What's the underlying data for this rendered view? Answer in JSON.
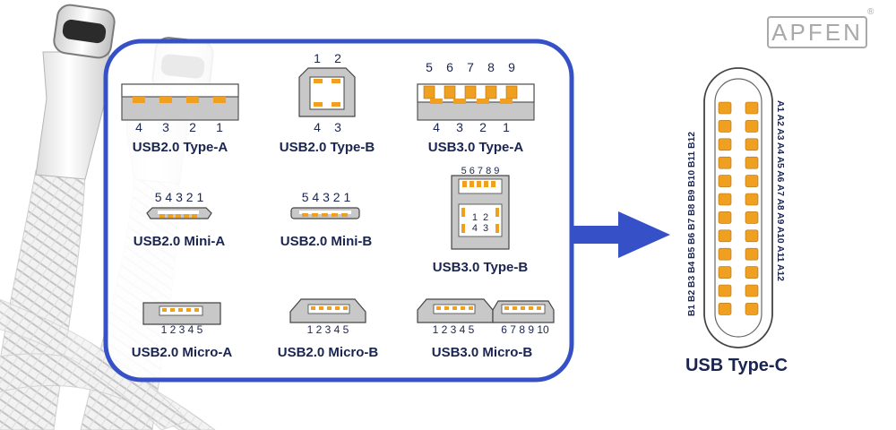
{
  "brand": {
    "name": "APFEN",
    "registered_mark": "®"
  },
  "connectors": {
    "usb20_type_a": {
      "caption": "USB2.0 Type-A",
      "pins": [
        "4",
        "3",
        "2",
        "1"
      ]
    },
    "usb20_type_b": {
      "caption": "USB2.0 Type-B",
      "pins_top": [
        "1",
        "2"
      ],
      "pins_bottom": [
        "4",
        "3"
      ]
    },
    "usb30_type_a": {
      "caption": "USB3.0 Type-A",
      "pins_top": [
        "5",
        "6",
        "7",
        "8",
        "9"
      ],
      "pins_bottom": [
        "4",
        "3",
        "2",
        "1"
      ]
    },
    "usb20_mini_a": {
      "caption": "USB2.0 Mini-A",
      "pins": "5 4 3 2 1"
    },
    "usb20_mini_b": {
      "caption": "USB2.0 Mini-B",
      "pins": "5 4 3 2 1"
    },
    "usb30_type_b": {
      "caption": "USB3.0 Type-B",
      "pins_top": "5 6 7 8 9",
      "inner_top": "1  2",
      "inner_bottom": "4  3"
    },
    "usb20_micro_a": {
      "caption": "USB2.0 Micro-A",
      "pins": "1 2 3 4 5"
    },
    "usb20_micro_b": {
      "caption": "USB2.0 Micro-B",
      "pins": "1 2 3 4 5"
    },
    "usb30_micro_b": {
      "caption": "USB3.0 Micro-B",
      "pins_left": "1 2 3 4 5",
      "pins_right": "6 7 8 9 10"
    }
  },
  "type_c": {
    "caption": "USB Type-C",
    "b_pins": "B1 B2 B3 B4 B5 B6 B7 B8 B9 B10 B11 B12",
    "a_pins": "A1 A2 A3 A4 A5 A6 A7 A8 A9 A10 A11 A12",
    "pin_count_per_row": 12
  },
  "colors": {
    "frame_blue": "#3650c8",
    "pin_gold": "#f0a020",
    "connector_gray": "#c8c8c8",
    "text_navy": "#1a2550"
  }
}
